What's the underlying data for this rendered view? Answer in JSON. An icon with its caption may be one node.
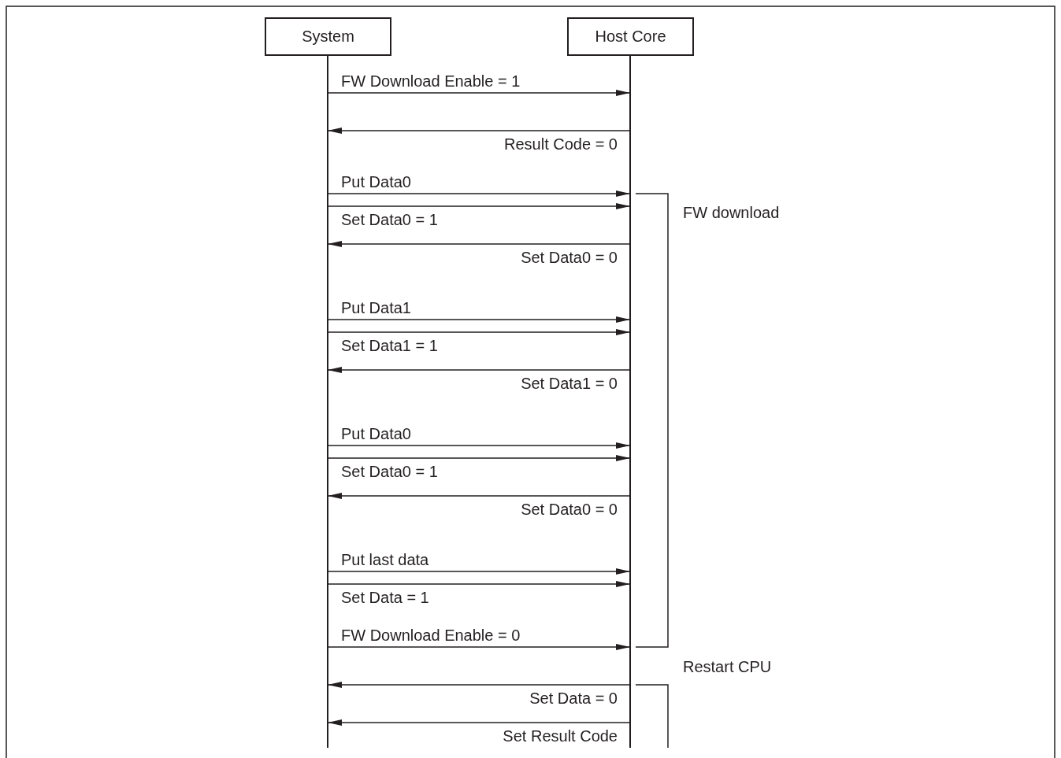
{
  "diagram": {
    "nodes": [
      {
        "text": [
          "System"
        ]
      },
      {
        "text": [
          "Host Core"
        ]
      }
    ],
    "edges": [
      {
        "from": 0,
        "to": 1,
        "arrow": "to",
        "label": "FW Download Enable = 1"
      },
      {
        "from": 1,
        "to": 0,
        "arrow": "to",
        "label": "Result Code = 0"
      },
      {
        "from": 0,
        "to": 1,
        "arrow": "to",
        "label": "Put Data0"
      },
      {
        "from": 0,
        "to": 1,
        "arrow": "to",
        "label": "Set Data0 = 1"
      },
      {
        "from": 1,
        "to": 0,
        "arrow": "to",
        "label": "Set Data0 = 0"
      },
      {
        "from": 0,
        "to": 1,
        "arrow": "to",
        "label": "Put Data1"
      },
      {
        "from": 0,
        "to": 1,
        "arrow": "to",
        "label": "Set Data1 = 1"
      },
      {
        "from": 1,
        "to": 0,
        "arrow": "to",
        "label": "Set Data1 = 0"
      },
      {
        "from": 0,
        "to": 1,
        "arrow": "to",
        "label": "Put Data0"
      },
      {
        "from": 0,
        "to": 1,
        "arrow": "to",
        "label": "Set Data0 = 1"
      },
      {
        "from": 1,
        "to": 0,
        "arrow": "to",
        "label": "Set Data0 = 0"
      },
      {
        "from": 0,
        "to": 1,
        "arrow": "to",
        "label": "Put last data"
      },
      {
        "from": 0,
        "to": 1,
        "arrow": "to",
        "label": "Set Data = 1"
      },
      {
        "from": 0,
        "to": 1,
        "arrow": "to",
        "label": "FW Download Enable = 0"
      },
      {
        "from": 1,
        "to": 0,
        "arrow": "to",
        "label": "Set Data = 0"
      },
      {
        "from": 1,
        "to": 0,
        "arrow": "to",
        "label": "Set Result Code"
      }
    ],
    "labels": [
      "FW download",
      "Restart CPU"
    ]
  }
}
